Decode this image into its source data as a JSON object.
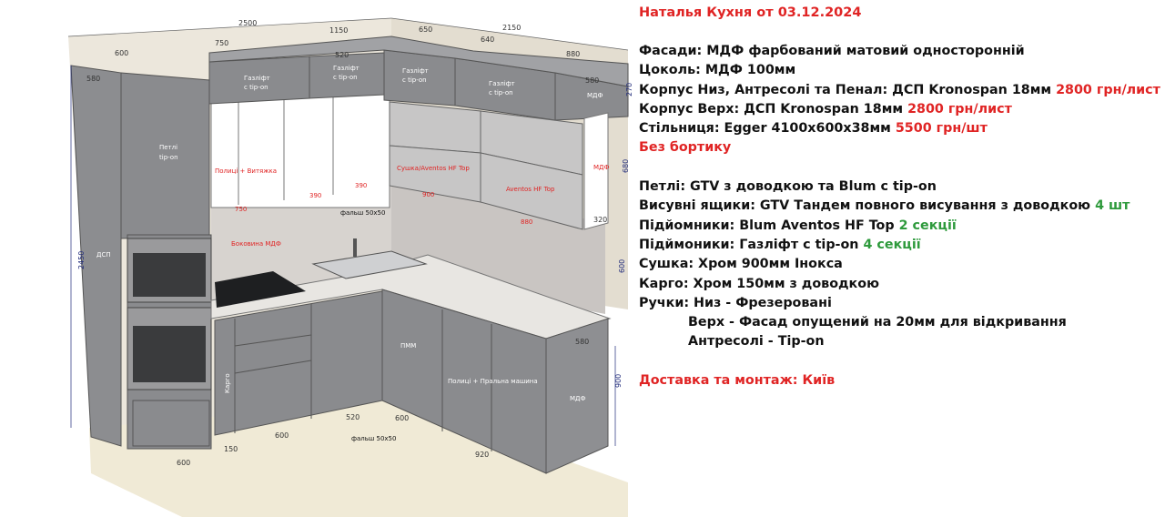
{
  "spec": {
    "title": "Наталья Кухня от 03.12.2024",
    "facades": "Фасади: МДФ фарбований матовий односторонній",
    "plinth": "Цоколь: МДФ 100мм",
    "body_low": {
      "text": "Корпус Низ, Антресолі та Пенал: ДСП Kronospan 18мм",
      "price": "2800 грн/лист"
    },
    "body_top": {
      "text": "Корпус Верх: ДСП Kronospan 18мм",
      "price": "2800 грн/лист"
    },
    "countertop": {
      "text": "Стільниця: Egger 4100x600x38мм",
      "price": "5500 грн/шт"
    },
    "no_border": "Без бортику",
    "hinges": "Петлі: GTV з доводкою та Blum с tip-on",
    "drawers": {
      "text": "Висувні ящики: GTV Тандем повного висування з доводкою",
      "count": "4 шт"
    },
    "lifts1": {
      "text": "Підйомники: Blum Aventos HF Top",
      "count": "2 секції"
    },
    "lifts2": {
      "text": "Підймоники: Газліфт с tip-on",
      "count": "4 секції"
    },
    "dryer": "Сушка: Хром 900мм Інокса",
    "cargo": "Карго: Хром 150мм з доводкою",
    "handles1": "Ручки: Низ - Фрезеровані",
    "handles2": "Верх - Фасад опущений на 20мм для відкривання",
    "handles3": "Антресолі - Tip-on",
    "delivery": "Доставка та монтаж: Київ"
  },
  "drawing": {
    "dims": {
      "d2500": "2500",
      "d2150": "2150",
      "d600a": "600",
      "d750": "750",
      "d1150": "1150",
      "d650": "650",
      "d640": "640",
      "d880": "880",
      "d580a": "580",
      "d520a": "520",
      "d580b": "580",
      "d270": "270",
      "d680": "680",
      "d320": "320",
      "d390a": "390",
      "d390b": "390",
      "d750b": "750",
      "d900a": "900",
      "d880b": "880",
      "d2450": "2450",
      "d600b": "600",
      "d580c": "580",
      "d900b": "900",
      "d520b": "520",
      "d600c": "600",
      "d920": "920",
      "d150": "150",
      "d600d": "600",
      "d600e": "600"
    },
    "labels": {
      "gaslift1": "Газліфт",
      "tipon1": "с tip-on",
      "gaslift2": "Газліфт",
      "tipon2": "с tip-on",
      "gaslift3": "Газліфт",
      "tipon3": "с tip-on",
      "gaslift4": "Газліфт",
      "tipon4": "с tip-on",
      "mdf1": "МДФ",
      "mdf2": "МДФ",
      "mdf3": "МДФ",
      "hinges": "Петлі",
      "tipon5": "tip-on",
      "dsp": "ДСП",
      "shelves_hood": "Полиці + Витяжка",
      "dryer_aventos": "Сушка/Aventos HF Top",
      "aventos": "Aventos HF Top",
      "false50a": "фальш 50х50",
      "side_mdf": "Бокoвина МДФ",
      "pmm": "ПММ",
      "cargo": "Карго",
      "shelves_wash": "Полиці + Пральна машина",
      "false50b": "фальш 50х50"
    }
  }
}
